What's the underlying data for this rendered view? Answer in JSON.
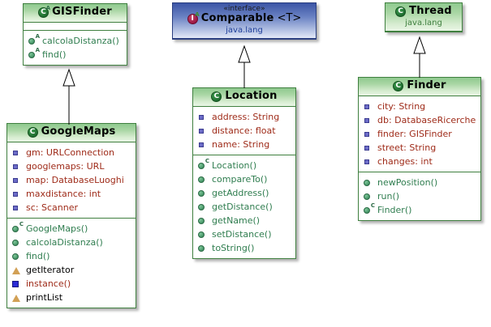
{
  "diagram": {
    "type": "uml-class-diagram",
    "classes": [
      {
        "id": "gisfinder",
        "name": "GISFinder",
        "stereotype": "",
        "package": "",
        "kind": "class",
        "icon": "class-abstract-icon",
        "icon_badge": "A",
        "attributes": [],
        "methods": [
          {
            "label": "calcolaDistanza()",
            "icon": "method-abstract-icon",
            "badge": "A",
            "style": "method"
          },
          {
            "label": "find()",
            "icon": "method-abstract-icon",
            "badge": "A",
            "style": "method"
          }
        ]
      },
      {
        "id": "googlemaps",
        "name": "GoogleMaps",
        "stereotype": "",
        "package": "",
        "kind": "class",
        "icon": "class-icon",
        "icon_badge": "",
        "attributes": [
          {
            "label": "gm: URLConnection",
            "icon": "field-icon",
            "style": "field"
          },
          {
            "label": "googlemaps: URL",
            "icon": "field-icon",
            "style": "field"
          },
          {
            "label": "map: DatabaseLuoghi",
            "icon": "field-icon",
            "style": "field"
          },
          {
            "label": "maxdistance: int",
            "icon": "field-icon",
            "style": "field"
          },
          {
            "label": "sc: Scanner",
            "icon": "field-icon",
            "style": "field"
          }
        ],
        "methods": [
          {
            "label": "GoogleMaps()",
            "icon": "constructor-icon",
            "badge": "C",
            "style": "method"
          },
          {
            "label": "calcolaDistanza()",
            "icon": "method-icon",
            "badge": "",
            "style": "method"
          },
          {
            "label": "find()",
            "icon": "method-icon",
            "badge": "",
            "style": "method"
          },
          {
            "label": "getIterator",
            "icon": "inner-type-icon",
            "badge": "",
            "style": "inner"
          },
          {
            "label": "instance()",
            "icon": "static-member-icon",
            "badge": "",
            "style": "static"
          },
          {
            "label": "printList",
            "icon": "inner-type-icon",
            "badge": "",
            "style": "inner"
          }
        ]
      },
      {
        "id": "comparable",
        "name": "Comparable",
        "generic": "<T>",
        "stereotype": "«interface»",
        "package": "java.lang",
        "kind": "interface",
        "icon": "interface-icon",
        "icon_badge": "A",
        "attributes": [],
        "methods": []
      },
      {
        "id": "location",
        "name": "Location",
        "stereotype": "",
        "package": "",
        "kind": "class",
        "icon": "class-icon",
        "icon_badge": "",
        "attributes": [
          {
            "label": "address: String",
            "icon": "field-icon",
            "style": "field"
          },
          {
            "label": "distance: float",
            "icon": "field-icon",
            "style": "field"
          },
          {
            "label": "name: String",
            "icon": "field-icon",
            "style": "field"
          }
        ],
        "methods": [
          {
            "label": "Location()",
            "icon": "constructor-icon",
            "badge": "C",
            "style": "method"
          },
          {
            "label": "compareTo()",
            "icon": "method-icon",
            "badge": "",
            "style": "method"
          },
          {
            "label": "getAddress()",
            "icon": "method-icon",
            "badge": "",
            "style": "method"
          },
          {
            "label": "getDistance()",
            "icon": "method-icon",
            "badge": "",
            "style": "method"
          },
          {
            "label": "getName()",
            "icon": "method-icon",
            "badge": "",
            "style": "method"
          },
          {
            "label": "setDistance()",
            "icon": "method-icon",
            "badge": "",
            "style": "method"
          },
          {
            "label": "toString()",
            "icon": "method-icon",
            "badge": "",
            "style": "method"
          }
        ]
      },
      {
        "id": "thread",
        "name": "Thread",
        "stereotype": "",
        "package": "java.lang",
        "kind": "class",
        "icon": "class-icon",
        "icon_badge": "",
        "attributes": [],
        "methods": []
      },
      {
        "id": "finder",
        "name": "Finder",
        "stereotype": "",
        "package": "",
        "kind": "class",
        "icon": "class-icon",
        "icon_badge": "",
        "attributes": [
          {
            "label": "city: String",
            "icon": "field-icon",
            "style": "field"
          },
          {
            "label": "db: DatabaseRicerche",
            "icon": "field-icon",
            "style": "field"
          },
          {
            "label": "finder: GISFinder",
            "icon": "field-icon",
            "style": "field"
          },
          {
            "label": "street: String",
            "icon": "field-icon",
            "style": "field"
          },
          {
            "label": "changes: int",
            "icon": "field-icon",
            "style": "field"
          }
        ],
        "methods": [
          {
            "label": "newPosition()",
            "icon": "method-icon",
            "badge": "",
            "style": "method"
          },
          {
            "label": "run()",
            "icon": "method-icon",
            "badge": "",
            "style": "method"
          },
          {
            "label": "Finder()",
            "icon": "constructor-icon",
            "badge": "C",
            "style": "method"
          }
        ]
      }
    ],
    "relations": [
      {
        "from": "googlemaps",
        "to": "gisfinder",
        "type": "generalization"
      },
      {
        "from": "location",
        "to": "comparable",
        "type": "realization"
      },
      {
        "from": "finder",
        "to": "thread",
        "type": "generalization"
      }
    ],
    "colors": {
      "class_header_green": "#a9d6a4",
      "class_border_green": "#3f7f3f",
      "interface_header_blue": "#3c55a5",
      "interface_border_blue": "#2b3f80",
      "field_text": "#9e2a18",
      "method_text": "#2f7d4f",
      "package_text": "#3f7f3f",
      "background": "#ffffff"
    }
  }
}
